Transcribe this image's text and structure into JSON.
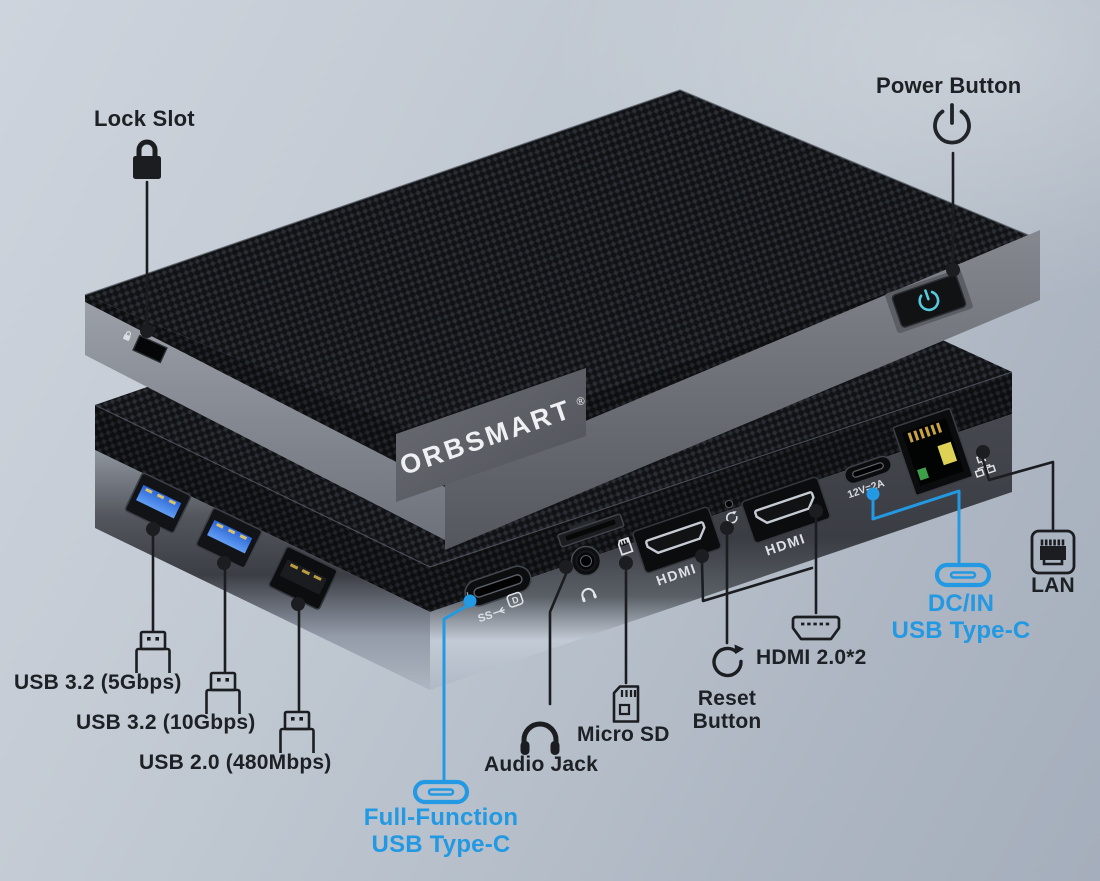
{
  "brand": {
    "name": "ORBSMART",
    "registered": "®"
  },
  "colors": {
    "accent_blue": "#2299e2",
    "line_ink": "#1b1d20",
    "power_glyph": "#57c9de",
    "usb_port_blue": "#3f7eea"
  },
  "device_markings": {
    "hdmi_port": "HDMI",
    "dc_port": "12V=2A",
    "superspeed": "SS",
    "displayport": "D"
  },
  "callouts": {
    "lock_slot": {
      "label": "Lock Slot",
      "icon": "lock-icon"
    },
    "power_button": {
      "label": "Power Button",
      "icon": "power-icon"
    },
    "usb32_5gbps": {
      "label": "USB 3.2 (5Gbps)",
      "icon": "usb-a-plug-icon"
    },
    "usb32_10gbps": {
      "label": "USB 3.2 (10Gbps)",
      "icon": "usb-a-plug-icon"
    },
    "usb20_480mbps": {
      "label": "USB 2.0 (480Mbps)",
      "icon": "usb-a-plug-icon"
    },
    "full_function_usbc": {
      "line1": "Full-Function",
      "line2": "USB Type-C",
      "icon": "usb-c-icon"
    },
    "audio_jack": {
      "label": "Audio Jack",
      "icon": "headphones-icon"
    },
    "micro_sd": {
      "label": "Micro SD",
      "icon": "micro-sd-card-icon"
    },
    "reset_button": {
      "line1": "Reset",
      "line2": "Button",
      "icon": "reset-arrow-icon"
    },
    "hdmi": {
      "label": "HDMI 2.0*2",
      "icon": "hdmi-plug-icon"
    },
    "dc_in_usbc": {
      "line1": "DC/IN",
      "line2": "USB Type-C",
      "icon": "usb-c-icon"
    },
    "lan": {
      "label": "LAN",
      "icon": "ethernet-port-icon"
    }
  }
}
